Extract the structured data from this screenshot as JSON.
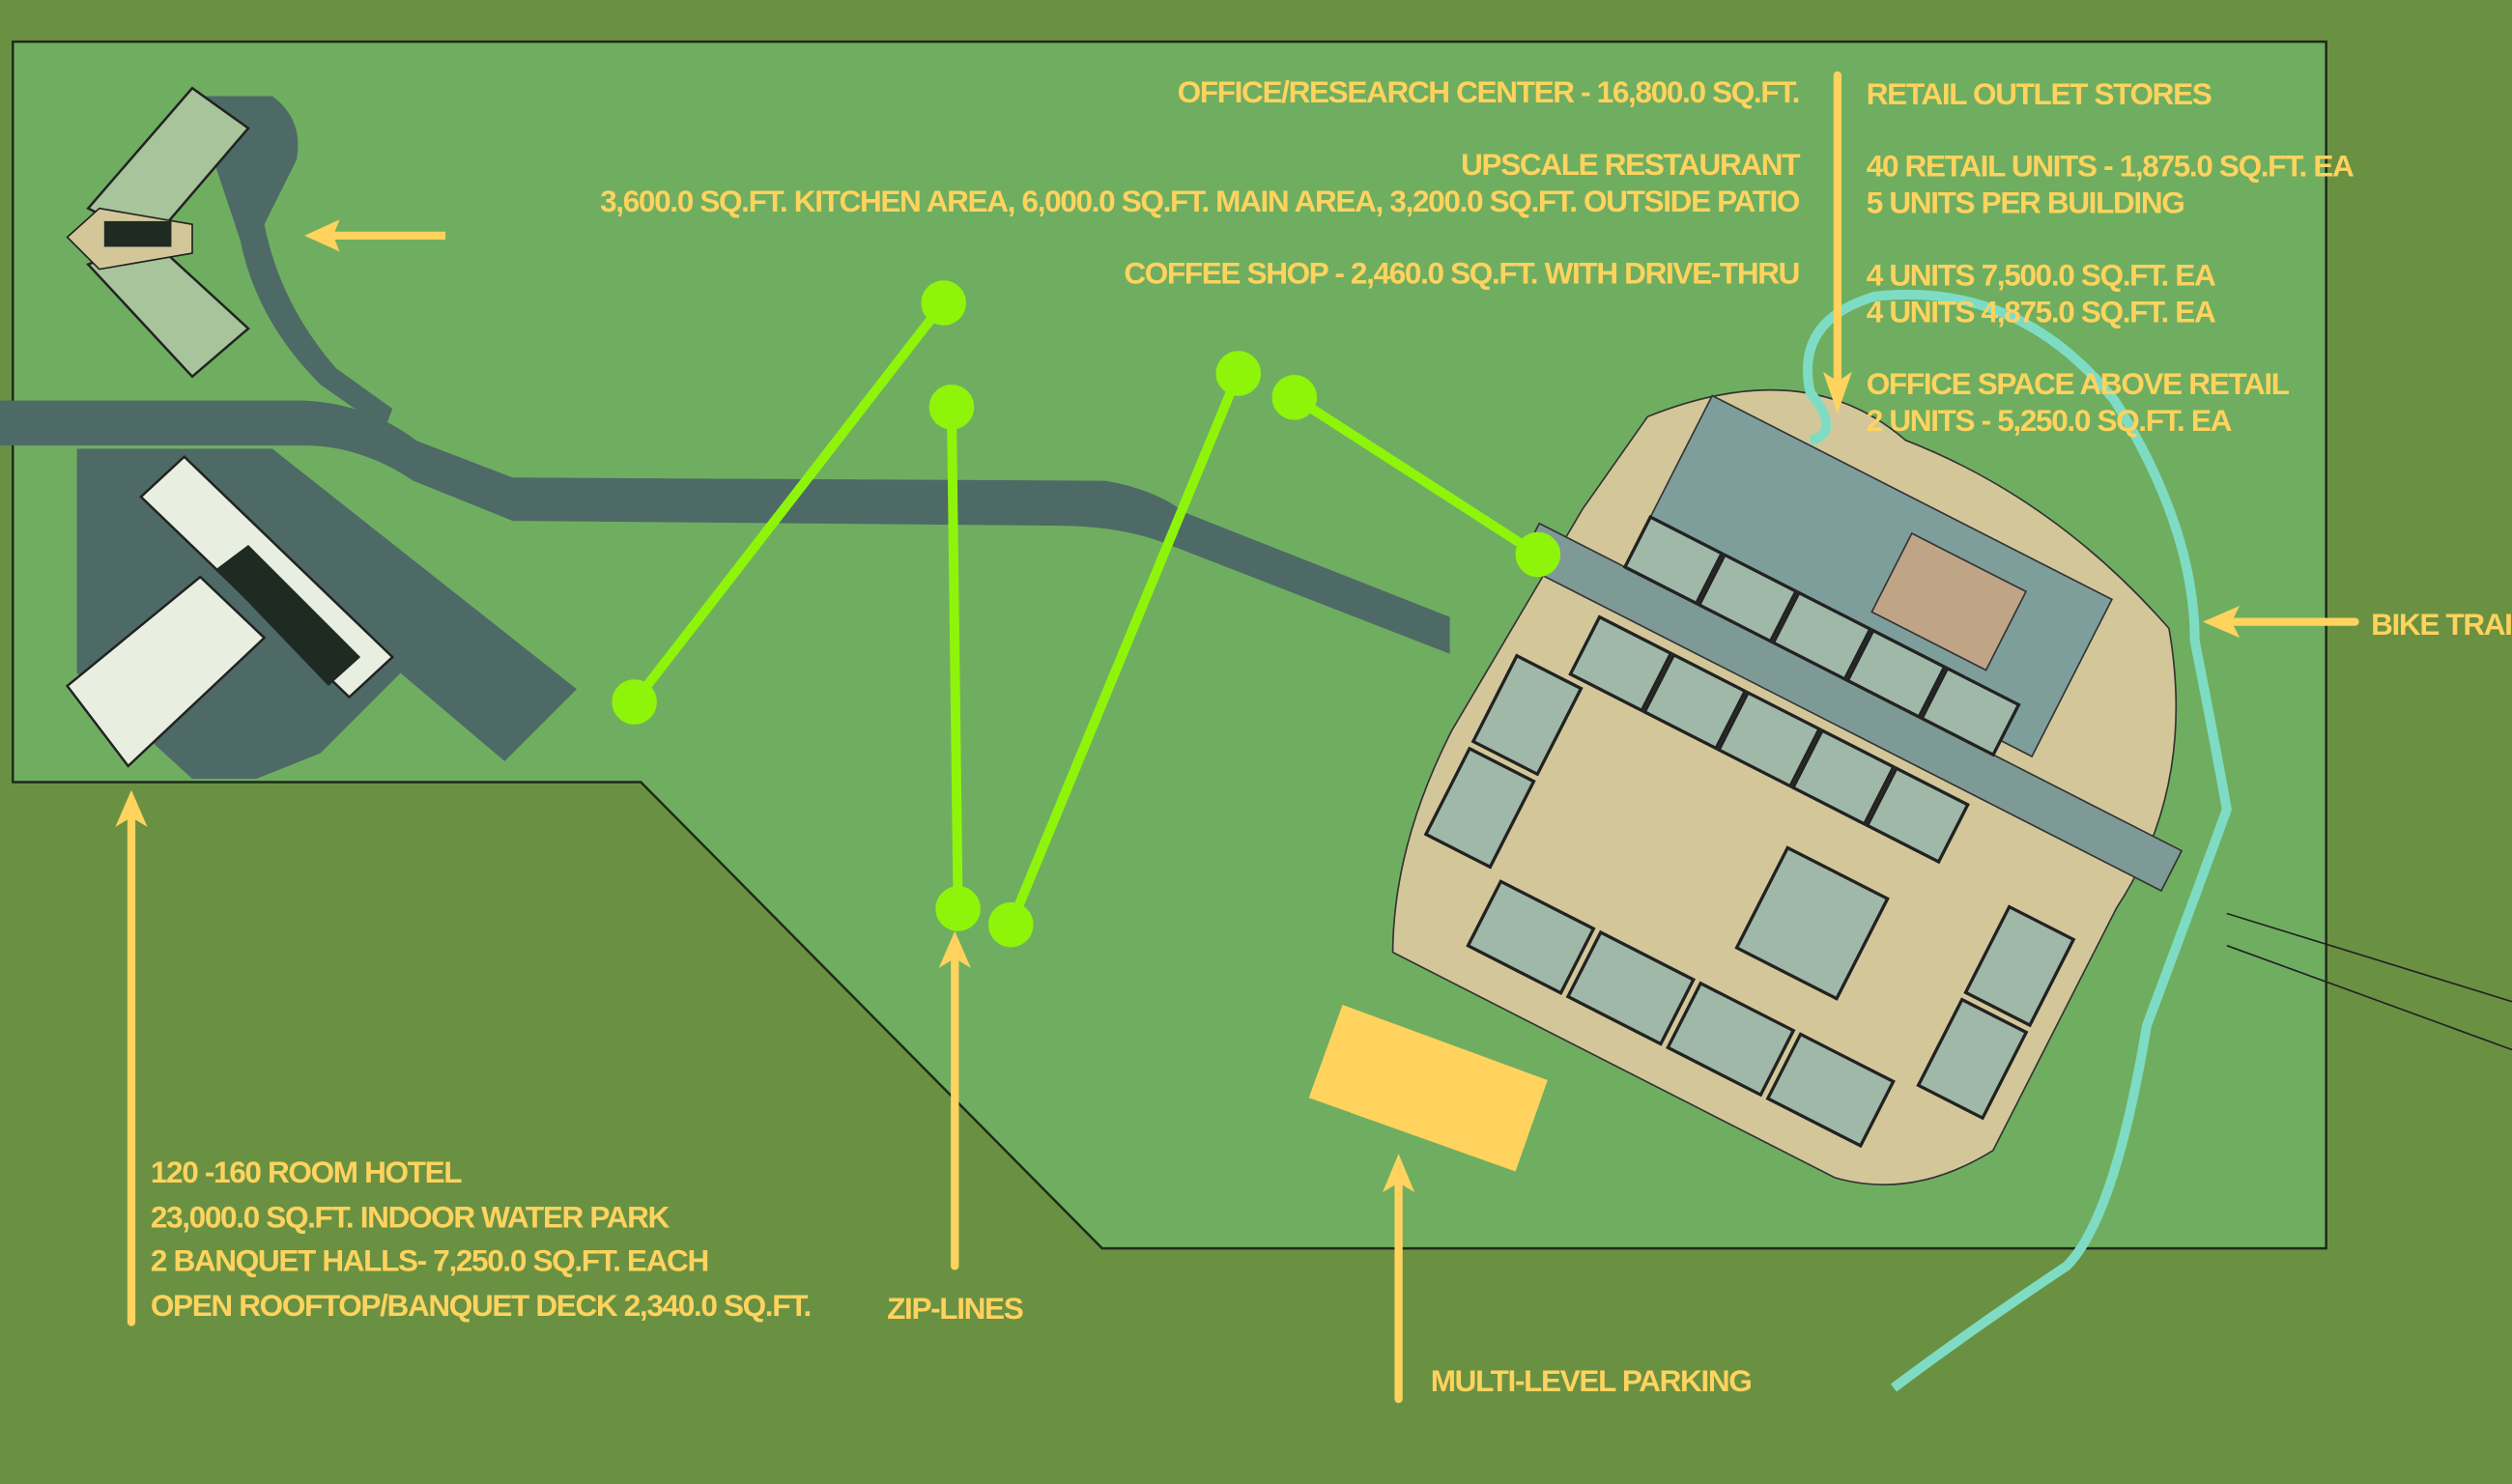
{
  "colors": {
    "background": "#6a9142",
    "site": "#6fae60",
    "road": "#4e6a66",
    "label": "#ffd35e",
    "zipline": "#8ef50a",
    "bike_trail": "#7fdcc4",
    "building": "#9fb8a8",
    "plaza": "#d3c79a",
    "parking": "#ffd35e"
  },
  "labels": {
    "office": "OFFICE/RESEARCH CENTER - 16,800.0 SQ.FT.",
    "restaurant_title": "UPSCALE RESTAURANT",
    "restaurant_detail": "3,600.0 SQ.FT. KITCHEN AREA, 6,000.0 SQ.FT. MAIN AREA, 3,200.0 SQ.FT. OUTSIDE PATIO",
    "coffee": "COFFEE SHOP - 2,460.0 SQ.FT. WITH DRIVE-THRU",
    "retail_title": "RETAIL OUTLET STORES",
    "retail_units": "40 RETAIL UNITS - 1,875.0 SQ.FT. EA",
    "retail_per_building": "5 UNITS PER BUILDING",
    "retail_4a": "4 UNITS 7,500.0 SQ.FT. EA",
    "retail_4b": "4 UNITS 4,875.0 SQ.FT. EA",
    "office_above_title": "OFFICE SPACE ABOVE RETAIL",
    "office_above_units": "2 UNITS - 5,250.0 SQ.FT. EA",
    "bike_trail": "BIKE TRAIL",
    "hotel": [
      "120 -160 ROOM HOTEL",
      "23,000.0 SQ.FT. INDOOR WATER PARK",
      "2 BANQUET HALLS- 7,250.0 SQ.FT. EACH",
      "OPEN ROOFTOP/BANQUET DECK 2,340.0 SQ.FT."
    ],
    "zip_lines": "ZIP-LINES",
    "parking": "MULTI-LEVEL PARKING"
  }
}
